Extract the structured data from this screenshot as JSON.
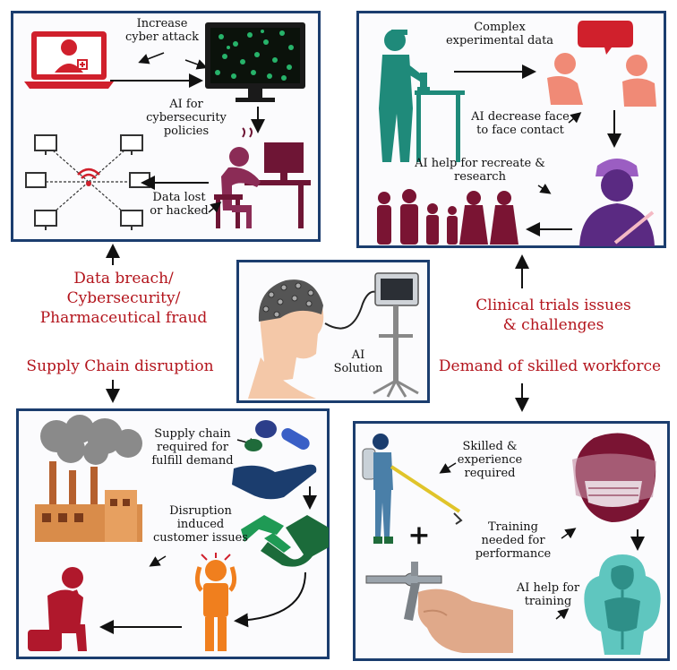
{
  "panels": {
    "cyber": {
      "increase": "Increase\ncyber attack",
      "ai_policy": "AI for\ncybersecurity\npolicies",
      "data_lost": "Data lost\nor hacked"
    },
    "clinical": {
      "complex": "Complex\nexperimental data",
      "decrease": "AI decrease face\nto face contact",
      "recreate": "AI help for recreate &\nresearch"
    },
    "center": {
      "solution": "AI\nSolution"
    },
    "supply": {
      "required": "Supply chain\nrequired for\nfulfill demand",
      "disruption": "Disruption\ninduced\ncustomer issues"
    },
    "workforce": {
      "skilled": "Skilled &\nexperience\nrequired",
      "training_needed": "Training\nneeded for\nperformance",
      "ai_training": "AI help for\ntraining"
    }
  },
  "headings": {
    "data_breach": "Data breach/\nCybersecurity/\nPharmaceutical fraud",
    "supply_chain": "Supply Chain disruption",
    "clinical_trials": "Clinical trials issues\n& challenges",
    "skilled_workforce": "Demand of skilled workforce"
  },
  "colors": {
    "panel_border": "#1b3d6e",
    "heading_red": "#b3141c",
    "maroon": "#7a1433",
    "teal": "#1f8a7a",
    "coral": "#f07d6a",
    "purple": "#5a2a82",
    "orange": "#f07f1e"
  },
  "icons": [
    "laptop-doctor-icon",
    "virus-monitor-icon",
    "network-icon",
    "stressed-worker-icon",
    "scientist-lab-icon",
    "conversation-icon",
    "surgeon-icon",
    "family-crowd-icon",
    "eeg-patient-icon",
    "factory-icon",
    "pills-hand-icon",
    "handshake-icon",
    "stressed-person-icon",
    "sad-person-icon",
    "sprayer-worker-icon",
    "airbrush-hand-icon",
    "face-shield-icon",
    "training-model-icon"
  ]
}
